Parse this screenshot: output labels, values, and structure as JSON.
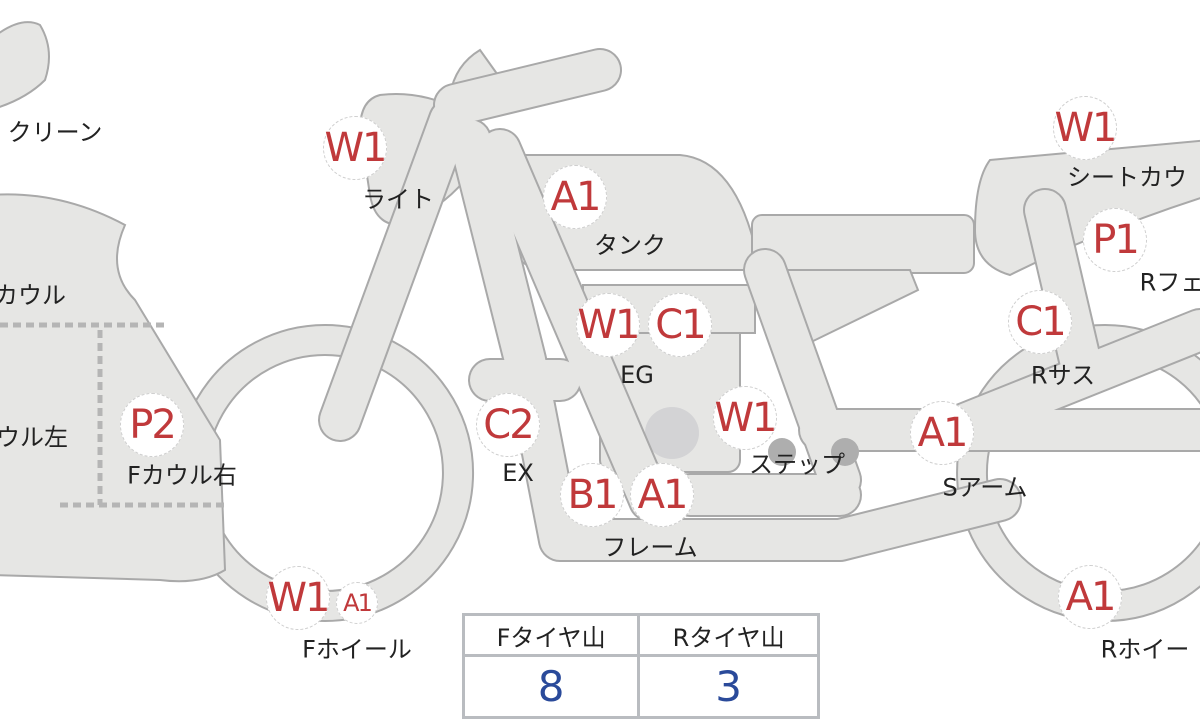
{
  "colors": {
    "part_fill": "#e6e6e4",
    "part_stroke": "#a9a9a9",
    "code": "#c0393b",
    "value": "#2a4a9a"
  },
  "parts": [
    {
      "id": "screen",
      "label": "クリーン",
      "codes": []
    },
    {
      "id": "cowl",
      "label": "カウル",
      "codes": []
    },
    {
      "id": "cowl-left",
      "label": "ウル左",
      "codes": []
    },
    {
      "id": "cowl-right",
      "label": "Fカウル右",
      "codes": [
        "P2"
      ]
    },
    {
      "id": "light",
      "label": "ライト",
      "codes": [
        "W1"
      ]
    },
    {
      "id": "tank",
      "label": "タンク",
      "codes": [
        "A1"
      ]
    },
    {
      "id": "engine",
      "label": "EG",
      "codes": [
        "W1",
        "C1"
      ]
    },
    {
      "id": "exhaust",
      "label": "EX",
      "codes": [
        "C2"
      ]
    },
    {
      "id": "step",
      "label": "ステップ",
      "codes": [
        "W1"
      ]
    },
    {
      "id": "frame",
      "label": "フレーム",
      "codes": [
        "B1",
        "A1"
      ]
    },
    {
      "id": "front-wheel",
      "label": "Fホイール",
      "codes": [
        "W1",
        "A1"
      ]
    },
    {
      "id": "swingarm",
      "label": "Sアーム",
      "codes": [
        "A1"
      ]
    },
    {
      "id": "rear-suspension",
      "label": "Rサス",
      "codes": [
        "C1"
      ]
    },
    {
      "id": "seat-cowl",
      "label": "シートカウ",
      "codes": [
        "W1"
      ]
    },
    {
      "id": "rear-fender",
      "label": "Rフェ",
      "codes": [
        "P1"
      ]
    },
    {
      "id": "rear-wheel",
      "label": "Rホイー",
      "codes": [
        "A1"
      ]
    }
  ],
  "tire_tread": {
    "front_label": "Fタイヤ山",
    "rear_label": "Rタイヤ山",
    "front_value": "8",
    "rear_value": "3"
  }
}
